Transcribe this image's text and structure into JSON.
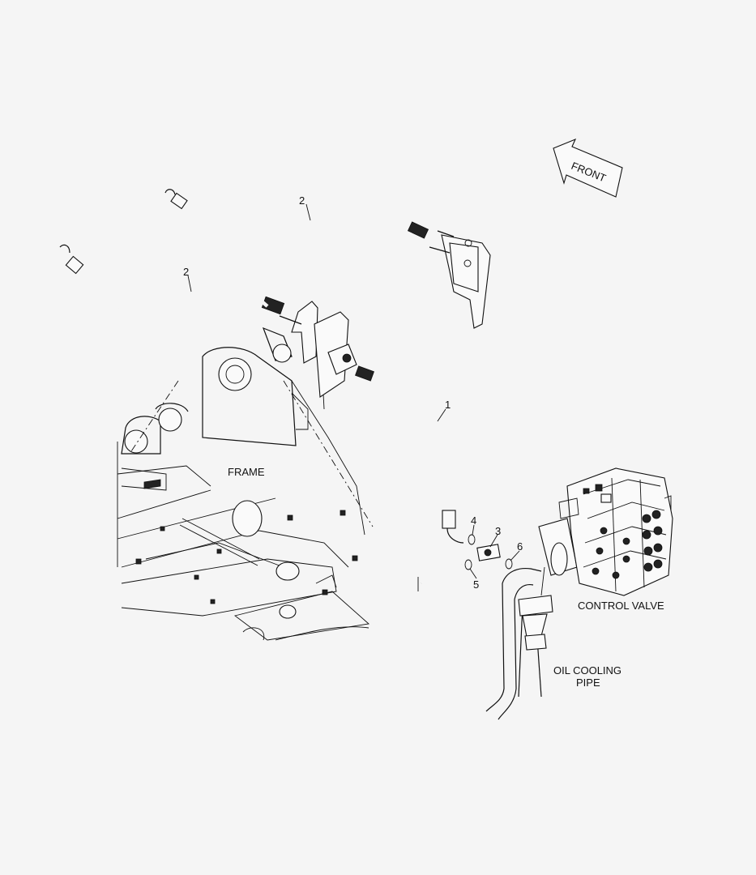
{
  "labels": {
    "front": "FRONT",
    "frame": "FRAME",
    "control_valve": "CONTROL VALVE",
    "oil_cooling_line1": "OIL COOLING",
    "oil_cooling_line2": "PIPE"
  },
  "callouts": [
    "1",
    "2",
    "2",
    "3",
    "4",
    "5",
    "6"
  ]
}
